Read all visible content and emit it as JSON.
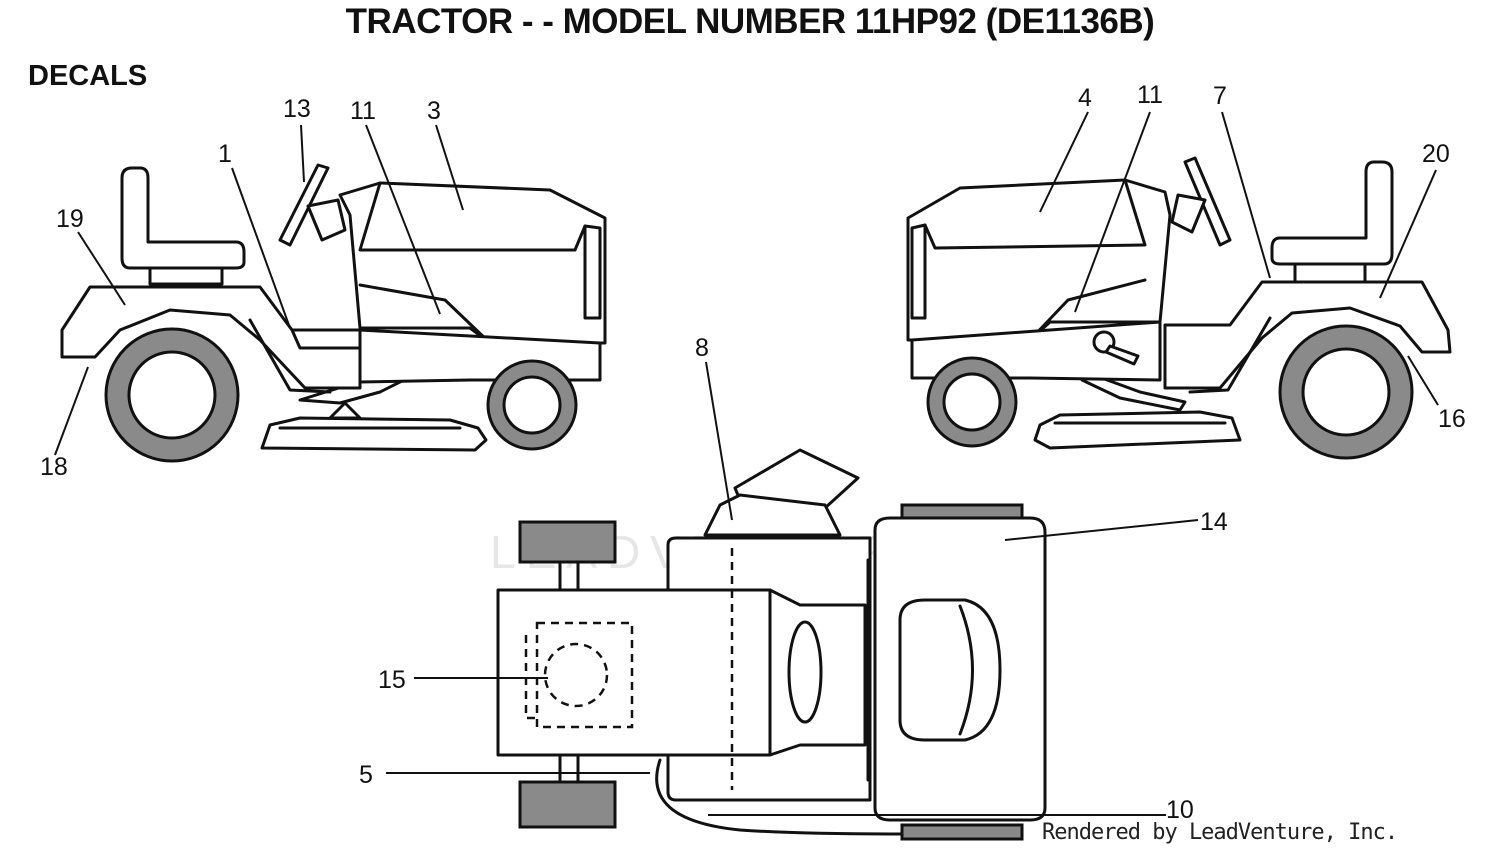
{
  "header": {
    "title": "TRACTOR - - MODEL NUMBER 11HP92 (DE1136B)",
    "section": "DECALS"
  },
  "watermark": "LEADVENTURE",
  "credit": "Rendered by LeadVenture, Inc.",
  "callouts": {
    "c1": "1",
    "c3": "3",
    "c4": "4",
    "c5": "5",
    "c7": "7",
    "c8": "8",
    "c10": "10",
    "c11_left": "11",
    "c11_right": "11",
    "c13": "13",
    "c14": "14",
    "c15": "15",
    "c16": "16",
    "c18": "18",
    "c19": "19",
    "c20": "20"
  },
  "colors": {
    "ink": "#111111",
    "tire": "#8a8a8a",
    "paper": "#ffffff"
  }
}
